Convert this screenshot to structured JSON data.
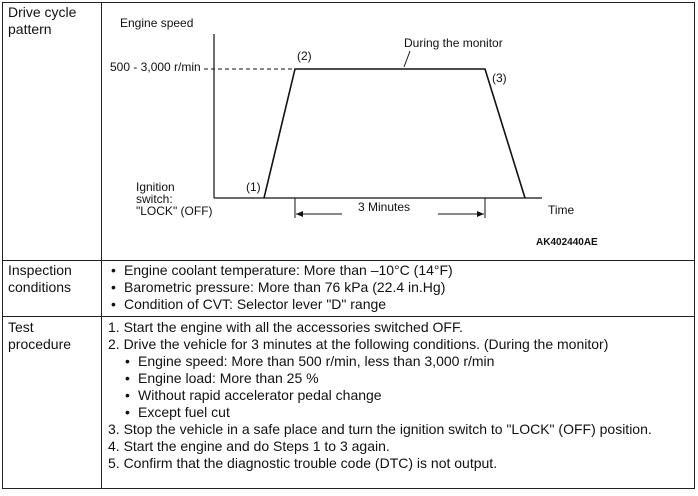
{
  "rows": {
    "drive_cycle": {
      "label": "Drive cycle\npattern",
      "diagram": {
        "engine_speed_label": "Engine speed",
        "speed_range_label": "500 - 3,000 r/min",
        "during_monitor_label": "During the monitor",
        "point_1": "(1)",
        "point_2": "(2)",
        "point_3": "(3)",
        "ignition_label_1": "Ignition",
        "ignition_label_2": "switch:",
        "ignition_label_3": "\"LOCK\" (OFF)",
        "duration_label": "3 Minutes",
        "time_label": "Time",
        "figure_code": "AK402440AE"
      }
    },
    "inspection": {
      "label": "Inspection\nconditions",
      "items": [
        "Engine coolant temperature: More than –10°C (14°F)",
        "Barometric pressure: More than 76 kPa (22.4 in.Hg)",
        "Condition of CVT: Selector lever \"D\" range"
      ]
    },
    "test": {
      "label": "Test\nprocedure",
      "step1": "1. Start the engine with all the accessories switched OFF.",
      "step2": "2. Drive the vehicle for 3 minutes at the following conditions. (During the monitor)",
      "sub_items": [
        "Engine speed: More than 500 r/min, less than 3,000 r/min",
        "Engine load: More than 25 %",
        "Without rapid accelerator pedal change",
        "Except fuel cut"
      ],
      "step3": "3. Stop the vehicle in a safe place and turn the ignition switch to \"LOCK\" (OFF) position.",
      "step4": "4. Start the engine and do Steps 1 to 3 again.",
      "step5": "5. Confirm that the diagnostic trouble code (DTC) is not output."
    }
  }
}
